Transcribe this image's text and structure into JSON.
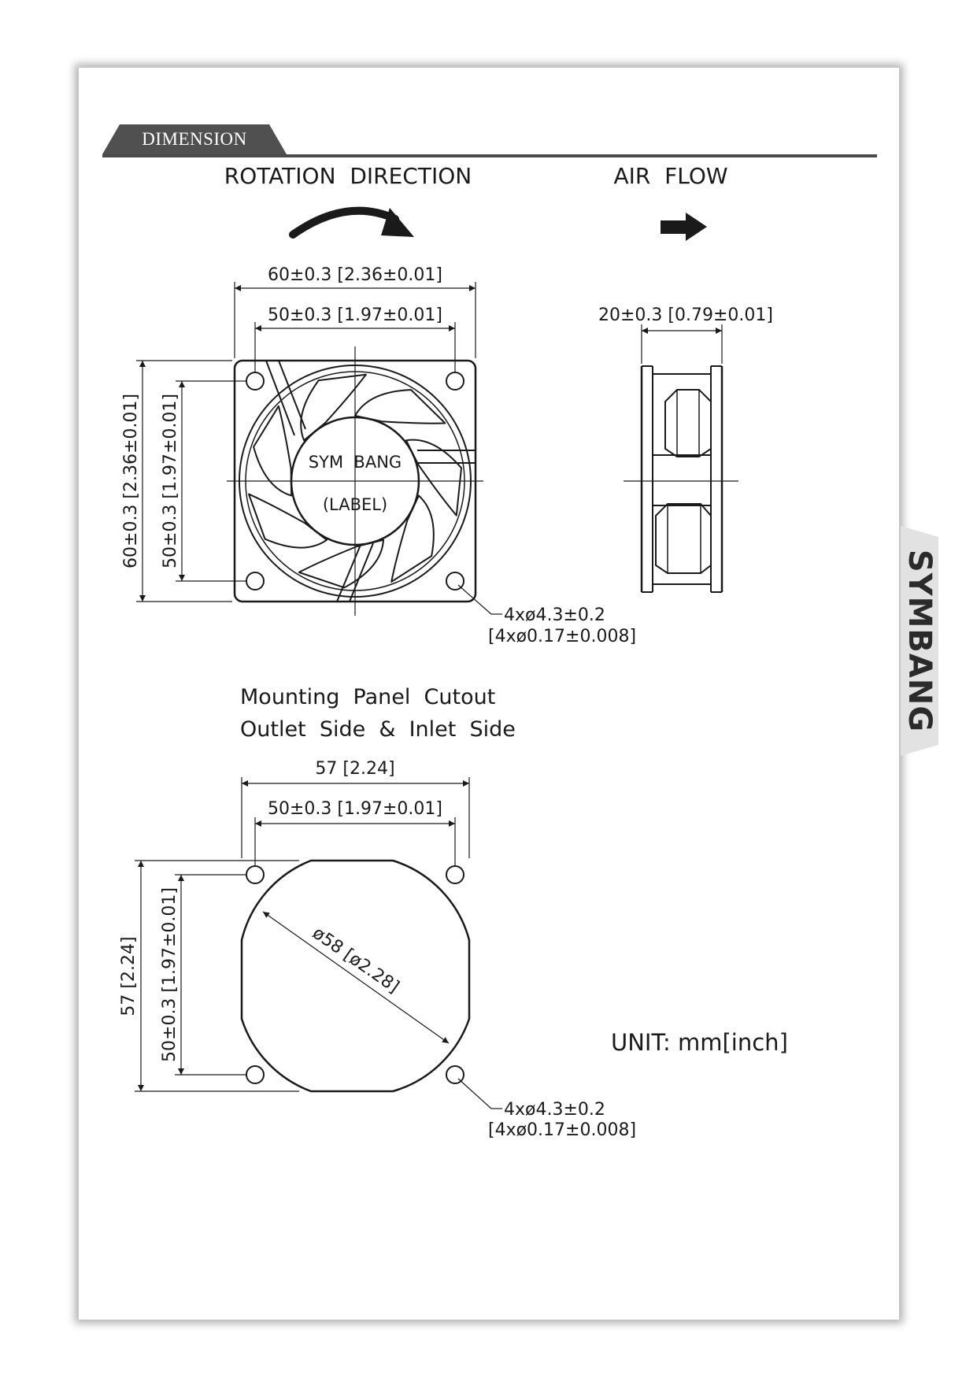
{
  "header": {
    "section_label": "DIMENSION"
  },
  "brand": {
    "side_logo": "SYMBANG"
  },
  "drawing": {
    "rotation_title": "ROTATION  DIRECTION",
    "airflow_title": "AIR  FLOW",
    "front_view": {
      "overall_width": "60±0.3 [2.36±0.01]",
      "hole_spacing_width": "50±0.3 [1.97±0.01]",
      "overall_height": "60±0.3 [2.36±0.01]",
      "hole_spacing_height": "50±0.3 [1.97±0.01]",
      "label_line1": "SYM  BANG",
      "label_line2": "(LABEL)",
      "hole_note_mm": "4xø4.3±0.2",
      "hole_note_inch": "[4xø0.17±0.008]"
    },
    "side_view": {
      "thickness": "20±0.3 [0.79±0.01]"
    },
    "cutout": {
      "title_line1": "Mounting  Panel  Cutout",
      "title_line2": "Outlet  Side  &  Inlet  Side",
      "overall_width": "57 [2.24]",
      "hole_spacing_width": "50±0.3 [1.97±0.01]",
      "overall_height": "57 [2.24]",
      "hole_spacing_height": "50±0.3 [1.97±0.01]",
      "diameter": "ø58 [ø2.28]",
      "hole_note_mm": "4xø4.3±0.2",
      "hole_note_inch": "[4xø0.17±0.008]"
    },
    "unit_note": "UNIT: mm[inch]"
  }
}
